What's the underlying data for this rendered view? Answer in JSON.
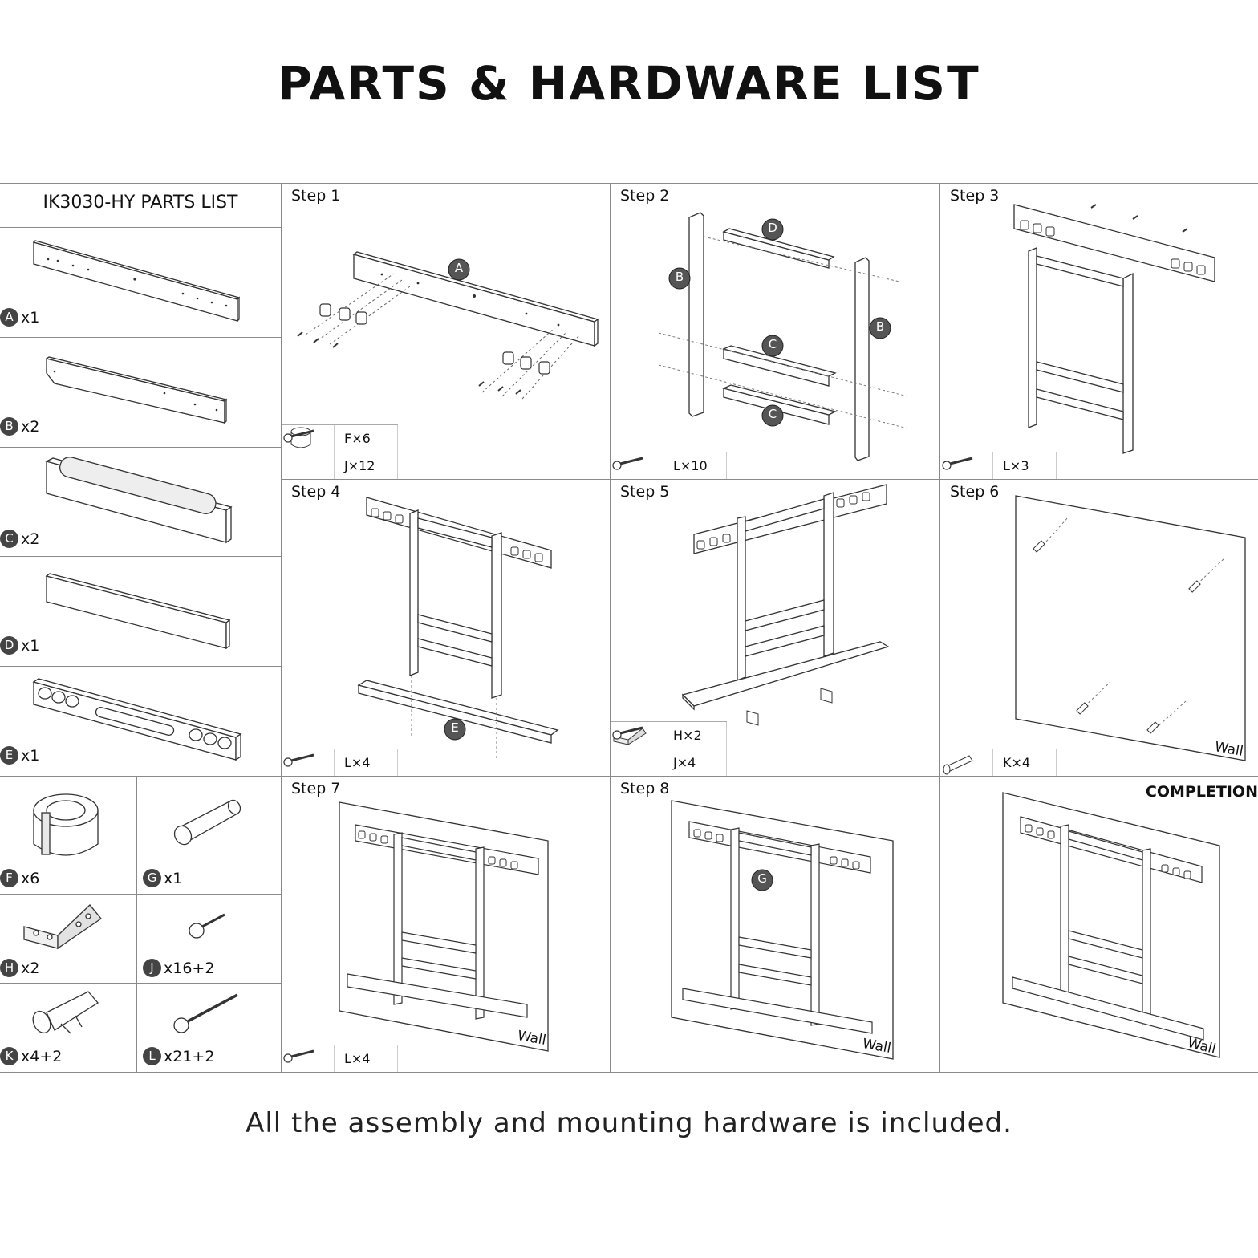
{
  "title": "PARTS & HARDWARE LIST",
  "footer": "All the assembly and mounting hardware is included.",
  "parts_list": {
    "title": "IK3030-HY  PARTS LIST",
    "parts": [
      {
        "letter": "A",
        "qty": "x1"
      },
      {
        "letter": "B",
        "qty": "x2"
      },
      {
        "letter": "C",
        "qty": "x2"
      },
      {
        "letter": "D",
        "qty": "x1"
      },
      {
        "letter": "E",
        "qty": "x1"
      }
    ],
    "hardware": [
      {
        "letter": "F",
        "qty": "x6"
      },
      {
        "letter": "G",
        "qty": "x1"
      },
      {
        "letter": "H",
        "qty": "x2"
      },
      {
        "letter": "J",
        "qty": "x16+2"
      },
      {
        "letter": "K",
        "qty": "x4+2"
      },
      {
        "letter": "L",
        "qty": "x21+2"
      }
    ]
  },
  "steps": [
    {
      "label": "Step 1",
      "callouts": [
        "A"
      ],
      "hardware": [
        {
          "icon": "cap-icon",
          "text": "F×6"
        },
        {
          "icon": "screw-icon",
          "text": "J×12"
        }
      ]
    },
    {
      "label": "Step 2",
      "callouts": [
        "D",
        "B",
        "B",
        "C",
        "C"
      ],
      "hardware": [
        {
          "icon": "screw-icon",
          "text": "L×10"
        }
      ]
    },
    {
      "label": "Step 3",
      "hardware": [
        {
          "icon": "screw-icon",
          "text": "L×3"
        }
      ]
    },
    {
      "label": "Step 4",
      "callouts": [
        "E"
      ],
      "hardware": [
        {
          "icon": "screw-icon",
          "text": "L×4"
        }
      ]
    },
    {
      "label": "Step 5",
      "hardware": [
        {
          "icon": "bracket-icon",
          "text": "H×2"
        },
        {
          "icon": "screw-icon",
          "text": "J×4"
        }
      ]
    },
    {
      "label": "Step 6",
      "wall": "Wall",
      "hardware": [
        {
          "icon": "anchor-icon",
          "text": "K×4"
        }
      ]
    },
    {
      "label": "Step 7",
      "wall": "Wall",
      "hardware": [
        {
          "icon": "screw-icon",
          "text": "L×4"
        }
      ]
    },
    {
      "label": "Step 8",
      "wall": "Wall",
      "callouts": [
        "G"
      ]
    },
    {
      "label": "COMPLETION",
      "wall": "Wall"
    }
  ]
}
